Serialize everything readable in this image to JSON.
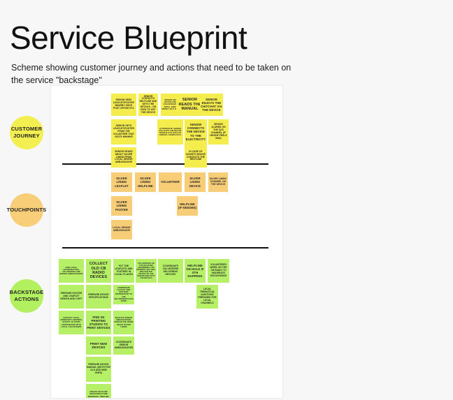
{
  "header": {
    "title": "Service Blueprint",
    "subtitle": "Scheme showing customer journey and actions that need to be taken on the service \"backstage\""
  },
  "colors": {
    "background": "#f7f7f7",
    "board": "#ffffff",
    "customer_journey": "#f4ef50",
    "touchpoints": "#f8ce78",
    "backstage": "#b2f060",
    "divider": "#111111"
  },
  "legend": [
    {
      "id": "customer-journey",
      "label": "CUSTOMER JOURNEY",
      "color": "#f4ef50"
    },
    {
      "id": "touchpoints",
      "label": "TOUCHPOINTS",
      "color": "#f8ce78"
    },
    {
      "id": "backstage",
      "label": "BACKSTAGE ACTIONS",
      "color": "#b2f060"
    }
  ],
  "rows": {
    "customer_journey": {
      "name": "CUSTOMER JOURNEY",
      "notes": [
        {
          "text": "SENIOR SEES LEAFLET/POSTER NEARBY SHOP, POST OFFICE ETC"
        },
        {
          "text": "SENIOR CONTACTS HELPLINE AND GETS THE DETAILS - OR HOW TO GET THE DEVICE"
        },
        {
          "text": "SENIOR GETS THE DEVICE FROM THE VOLUNTEERS BRING SMALL AMOUNT OF MONEY OR A DISCOUNT"
        },
        {
          "text": "SENIOR READS THE MANUAL"
        },
        {
          "text": "SENIOR ENJOYS THE CHITCHAT VIA THE DEVICE"
        },
        {
          "text": "SENIOR GETS LEAFLET/POSTER FROM THE VOLUNTEER THAT VISITS HIM/HER"
        },
        {
          "text": "ALTERNATIVE: SENIOR COLLECTS THE DEVICE FROM PLACE SUCH AS LIBRARY, CHURCH ETC."
        },
        {
          "text": "SENIOR CONNECTS THE DEVICE TO THE ELECTRICITY"
        },
        {
          "text": "SENIOR ALARMS ON THE SOS CHANNEL (IF HE/SHE FEELS BAD)"
        },
        {
          "text": "SENIOR HEARS ABOUT SILVER LINING FROM LOCAL SENIOR AMBASSADOR"
        },
        {
          "text": "IN CASE OF DOUBTS SENIOR CONTACTS THE HELPLINE"
        }
      ]
    },
    "touchpoints": {
      "name": "TOUCHPOINTS",
      "notes": [
        {
          "text": "SILVER LINING LEAFLET"
        },
        {
          "text": "SILVER LINING HELPLINE"
        },
        {
          "text": "VOLUNTEER"
        },
        {
          "text": "SILVER LINING DEVICE"
        },
        {
          "text": "SILVER LINING CHANNEL ON THE DEVICE"
        },
        {
          "text": "SILVER LINING POSTER"
        },
        {
          "text": "HELPLINE (IF NEEDED)"
        },
        {
          "text": "LOCAL SENIOR AMBASSADOR"
        }
      ]
    },
    "backstage_actions": {
      "name": "BACKSTAGE ACTIONS",
      "notes": [
        {
          "text": "FIND LOCAL COORDINATORS, VOLUNTEERS AND SENIOR AMBASSADORS"
        },
        {
          "text": "COLLECT OLD CB RADIO DEVICES"
        },
        {
          "text": "PUT THE LEAFLETS AND POSTERS IN LOCAL PLACES"
        },
        {
          "text": "VOLUNTEERS ON THE HELPLINE ANSWERING THE SENIORS THAT WILL DELIVER THE DEVICE TO THE SENIOR AND GETS THE DETAILS"
        },
        {
          "text": "COORDINATE VOLUNTEERS DELIVERING DEVICES"
        },
        {
          "text": "HELPLINE ON HOLD IF STH HAPPENS"
        },
        {
          "text": "VOLUNTEERS WORK ON THE CB RADIO TO MODERATE DISCUSSIONS"
        },
        {
          "text": "PREPARE POSTER AND LEAFLET DESIGN AND COPY"
        },
        {
          "text": "PREPARE DEVICE SPECIFICATIONS"
        },
        {
          "text": "COORDINATE LEAFLET AND POSTERS DISTRIBUTION TO THE VOLUNTEERS/LOCATIONS"
        },
        {
          "text": "LOCAL THEMATICAL AUDITIONS PREPARED FOR LOCAL CHANNELS"
        },
        {
          "text": "CONTACT LOCAL COMMUNITY CENTRES, SCOUTS TO START COOPERATION WITH LOCAL VOLUNTEERS"
        },
        {
          "text": "FIND 3D PRINTING STUDIOS TO PRINT DEVICES"
        },
        {
          "text": "EDUCATE SENIOR AMBASSADORS, SPREAD THE WORD ABOUT SILVER LINING"
        },
        {
          "text": "PRINT NEW DEVICES"
        },
        {
          "text": "COORDINATE SENIOR AMBASSADORS"
        },
        {
          "text": "PREPARE DEVICE MANUAL (BOTH FOR OLD AND NEW ONES)"
        },
        {
          "text": "CREATE HELPLINE INFRASTRUCTURE (WORKERS, TIMELINE, RULES ETC)"
        }
      ]
    }
  }
}
